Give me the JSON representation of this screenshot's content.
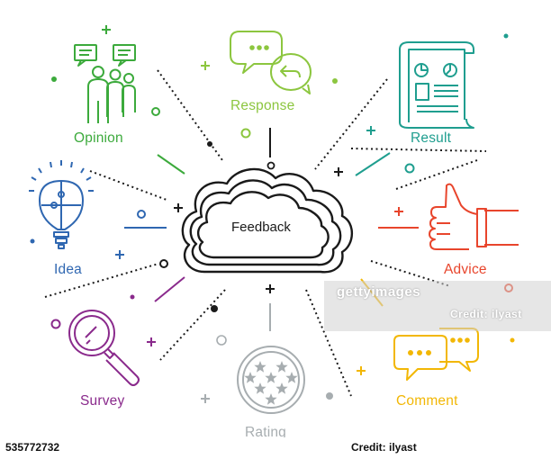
{
  "center": {
    "label": "Feedback",
    "color": "#1a1a1a"
  },
  "nodes": [
    {
      "key": "opinion",
      "label": "Opinion",
      "color": "#3caa3c",
      "icon": "group-speech-bubbles-icon"
    },
    {
      "key": "response",
      "label": "Response",
      "color": "#8cc63f",
      "icon": "reply-speech-bubbles-icon"
    },
    {
      "key": "result",
      "label": "Result",
      "color": "#1f9e8f",
      "icon": "report-document-icon"
    },
    {
      "key": "advice",
      "label": "Advice",
      "color": "#e8452c",
      "icon": "thumbs-up-icon"
    },
    {
      "key": "idea",
      "label": "Idea",
      "color": "#2f67b1",
      "icon": "lightbulb-puzzle-icon"
    },
    {
      "key": "survey",
      "label": "Survey",
      "color": "#8a2a8c",
      "icon": "magnifying-glass-icon"
    },
    {
      "key": "rating",
      "label": "Rating",
      "color": "#a7adb0",
      "icon": "star-rating-badge-icon"
    },
    {
      "key": "comment",
      "label": "Comment",
      "color": "#f2b705",
      "icon": "chat-bubbles-icon"
    }
  ],
  "watermark": {
    "brand": "gettyimages",
    "credit": "Credit: ilyast"
  },
  "footer": {
    "stock_id": "535772732",
    "credit": "Credit: ilyast"
  }
}
